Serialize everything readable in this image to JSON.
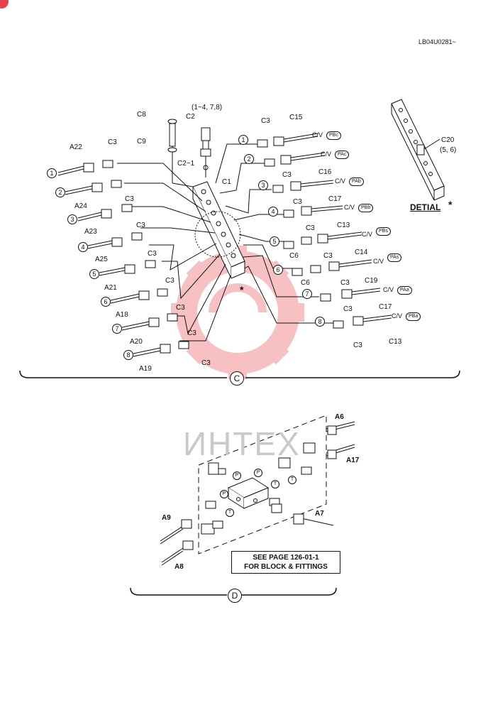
{
  "doc_code": "LB04U0281~",
  "watermark": "ИНТЕХ",
  "section_c": {
    "letter": "C",
    "top_refs": {
      "c8": "C8",
      "c9": "C9",
      "c2": "C2",
      "c2_note": "(1~4, 7,8)",
      "c2_1": "C2−1",
      "c1": "C1"
    },
    "left_rows": [
      {
        "num": "1",
        "hose": "A22",
        "fit": "C3"
      },
      {
        "num": "2",
        "hose": "A24",
        "fit": "C3"
      },
      {
        "num": "3",
        "hose": "A23",
        "fit": "C3"
      },
      {
        "num": "4",
        "hose": "A25",
        "fit": "C3"
      },
      {
        "num": "5",
        "hose": "A21",
        "fit": "C3"
      },
      {
        "num": "6",
        "hose": "A18",
        "fit": "C3"
      },
      {
        "num": "7",
        "hose": "A20",
        "fit": "C3"
      },
      {
        "num": "8",
        "hose": "A19",
        "fit": "C3"
      }
    ],
    "right_rows": [
      {
        "num": "1",
        "fit": "C3",
        "hose": "C15",
        "cv": "C/V",
        "port": "PBc"
      },
      {
        "num": "2",
        "fit": "C3",
        "hose": "C16",
        "cv": "C/V",
        "port": "PAc"
      },
      {
        "num": "3",
        "fit": "C3",
        "hose": "C17",
        "cv": "C/V",
        "port": "PAb"
      },
      {
        "num": "4",
        "fit": "C3",
        "hose": "C13",
        "cv": "C/V",
        "port": "PBb"
      },
      {
        "num": "5",
        "fit": "C3",
        "extra": "C6",
        "hose": "C14",
        "cv": "C/V",
        "port": "PBs"
      },
      {
        "num": "6",
        "fit": "C3",
        "extra": "C6",
        "hose": "C19",
        "cv": "C/V",
        "port": "PAs"
      },
      {
        "num": "7",
        "fit": "C3",
        "hose": "C17",
        "cv": "C/V",
        "port": "PAa"
      },
      {
        "num": "8",
        "fit": "C3",
        "hose": "C13",
        "cv": "C/V",
        "port": "PBa"
      }
    ],
    "detail": {
      "label": "DETIAL",
      "mark": "*",
      "ref": "C20",
      "ref_note": "(5, 6)"
    },
    "asterisk": "*"
  },
  "section_d": {
    "letter": "D",
    "refs": {
      "a6": "A6",
      "a17": "A17",
      "a9": "A9",
      "a8": "A8",
      "a7": "A7"
    },
    "ports": [
      "P",
      "P",
      "P",
      "T",
      "T",
      "T"
    ],
    "note_line1": "SEE PAGE 126-01-1",
    "note_line2": "FOR BLOCK & FITTINGS"
  },
  "colors": {
    "line": "#111111",
    "watermark": "#f0b9bd",
    "badge": "#e8414a"
  }
}
